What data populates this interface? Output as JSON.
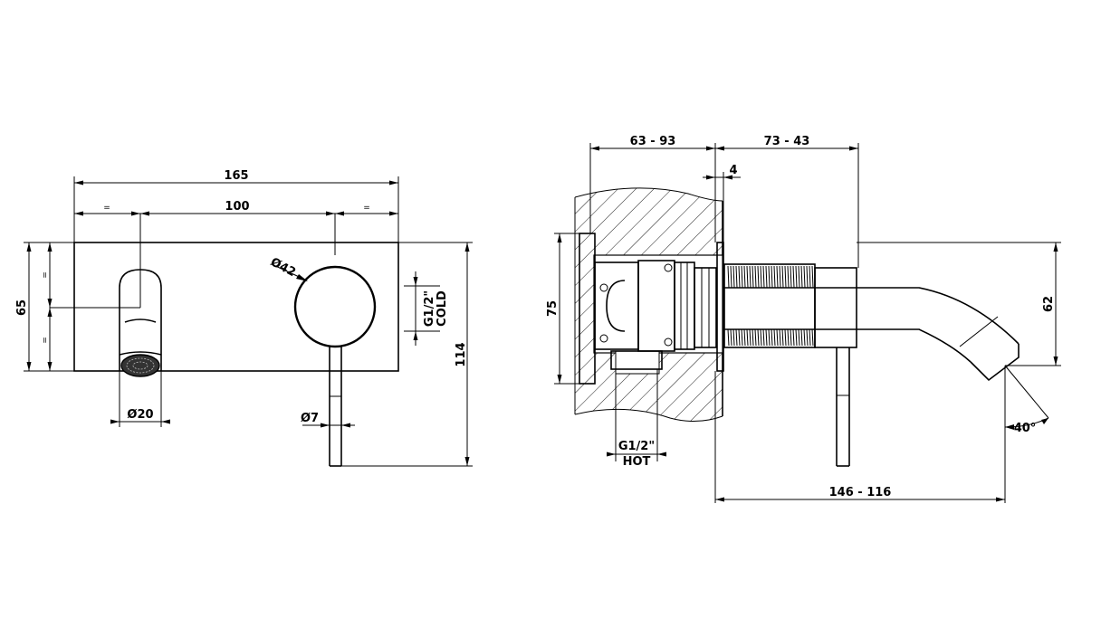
{
  "front_view": {
    "overall_width": "165",
    "center_distance": "100",
    "equal_left": "=",
    "equal_right": "=",
    "plate_height": "65",
    "equal_top": "=",
    "equal_bottom": "=",
    "knob_diameter": "Ø42",
    "cold_thread": "G1/2\"",
    "cold_label": "COLD",
    "total_height": "114",
    "spout_diameter": "Ø20",
    "lever_diameter": "Ø7"
  },
  "side_view": {
    "wall_depth": "63 - 93",
    "projection_upper": "73 - 43",
    "plate_thickness": "4",
    "body_height": "75",
    "spout_height": "62",
    "hot_thread": "G1/2\"",
    "hot_label": "HOT",
    "spout_angle": "40°",
    "projection_total": "146 - 116"
  }
}
